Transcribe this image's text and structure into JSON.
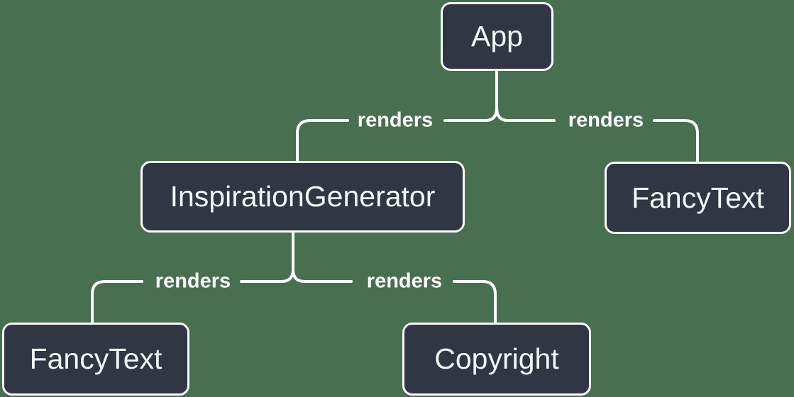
{
  "colors": {
    "background": "#486F4F",
    "node_fill": "#303643",
    "node_border": "#FBFBFD",
    "node_text": "#F5F6F8",
    "line": "#FFFFFF"
  },
  "nodes": [
    {
      "id": "app",
      "label": "App"
    },
    {
      "id": "inspiration-generator",
      "label": "InspirationGenerator"
    },
    {
      "id": "fancy-text-top",
      "label": "FancyText"
    },
    {
      "id": "fancy-text-bottom",
      "label": "FancyText"
    },
    {
      "id": "copyright",
      "label": "Copyright"
    }
  ],
  "edges": [
    {
      "from": "App",
      "to": "InspirationGenerator",
      "label": "renders"
    },
    {
      "from": "App",
      "to": "FancyText",
      "label": "renders"
    },
    {
      "from": "InspirationGenerator",
      "to": "FancyText",
      "label": "renders"
    },
    {
      "from": "InspirationGenerator",
      "to": "Copyright",
      "label": "renders"
    }
  ]
}
